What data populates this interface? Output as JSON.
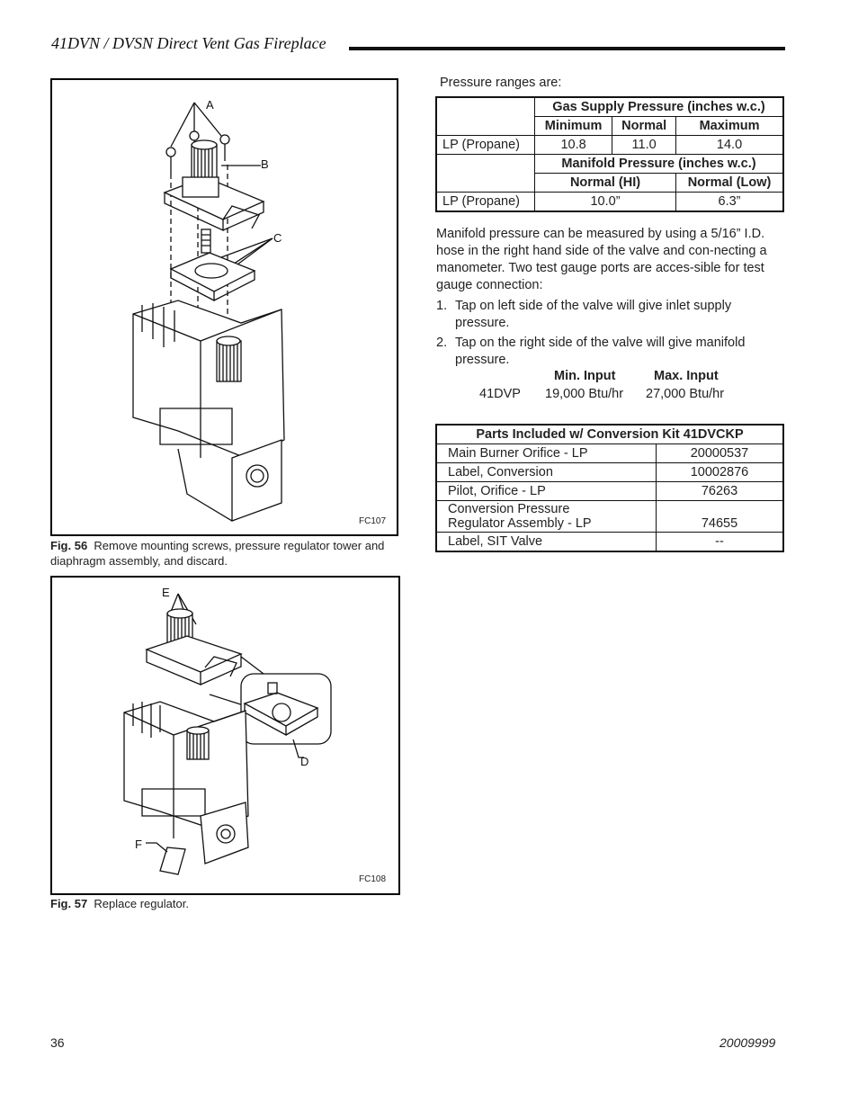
{
  "header": {
    "title": "41DVN / DVSN Direct Vent Gas Fireplace"
  },
  "figures": {
    "fig56": {
      "code": "FC107",
      "callouts": {
        "a": "A",
        "b": "B",
        "c": "C"
      },
      "caption_label": "Fig. 56",
      "caption_text": "Remove mounting screws, pressure regulator tower and diaphragm assembly, and discard."
    },
    "fig57": {
      "code": "FC108",
      "callouts": {
        "d": "D",
        "e": "E",
        "f": "F"
      },
      "caption_label": "Fig. 57",
      "caption_text": "Replace regulator."
    }
  },
  "intro": "Pressure ranges are:",
  "pressure_table": {
    "supply_header": "Gas Supply Pressure (inches w.c.)",
    "col_min": "Minimum",
    "col_normal": "Normal",
    "col_max": "Maximum",
    "row1_label": "LP (Propane)",
    "row1_min": "10.8",
    "row1_normal": "11.0",
    "row1_max": "14.0",
    "manifold_header": "Manifold Pressure (inches w.c.)",
    "col_hi": "Normal (HI)",
    "col_low": "Normal (Low)",
    "row2_label": "LP (Propane)",
    "row2_hi": "10.0”",
    "row2_low": "6.3”"
  },
  "manifold_paragraph": "Manifold pressure can be measured by using a 5/16” I.D. hose in the right hand side of the valve and con-necting a manometer. Two test gauge ports are acces-sible for test gauge connection:",
  "steps": [
    {
      "num": "1.",
      "text": "Tap on left side of the valve will give inlet supply pressure."
    },
    {
      "num": "2.",
      "text": "Tap on the right side of the valve will give manifold pressure."
    }
  ],
  "inputs": {
    "min_label": "Min. Input",
    "max_label": "Max. Input",
    "model": "41DVP",
    "min_value": "19,000 Btu/hr",
    "max_value": "27,000 Btu/hr"
  },
  "parts_table": {
    "title": "Parts Included w/ Conversion Kit 41DVCKP",
    "rows": [
      {
        "name": "Main Burner Orifice - LP",
        "part": "20000537"
      },
      {
        "name": "Label, Conversion",
        "part": "10002876"
      },
      {
        "name": "Pilot, Orifice - LP",
        "part": "76263"
      },
      {
        "name": "Conversion Pressure",
        "name2": "Regulator Assembly - LP",
        "part": "74655"
      },
      {
        "name": "Label, SIT Valve",
        "part": "--"
      }
    ]
  },
  "footer": {
    "page": "36",
    "doc": "20009999"
  }
}
